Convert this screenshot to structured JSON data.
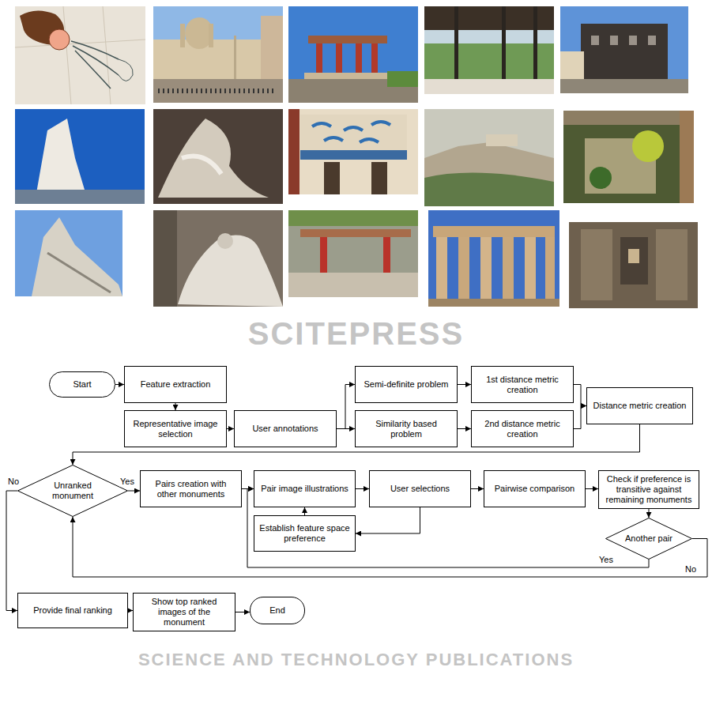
{
  "diagram": {
    "nodes": [
      {
        "text": [
          "Start"
        ]
      },
      {
        "text": [
          "Feature extraction"
        ]
      },
      {
        "text": [
          "Representative image selection"
        ]
      },
      {
        "text": [
          "User annotations"
        ]
      },
      {
        "text": [
          "Semi-definite problem"
        ]
      },
      {
        "text": [
          "Similarity based problem"
        ]
      },
      {
        "text": [
          "1st distance metric creation"
        ]
      },
      {
        "text": [
          "2nd distance metric creation"
        ]
      },
      {
        "text": [
          "Distance metric creation"
        ]
      },
      {
        "text": [
          "Unranked monument"
        ]
      },
      {
        "text": [
          "Pairs creation with other monuments"
        ]
      },
      {
        "text": [
          "Pair image illustrations"
        ]
      },
      {
        "text": [
          "User selections"
        ]
      },
      {
        "text": [
          "Pairwise comparison"
        ]
      },
      {
        "text": [
          "Check if preference is transitive against remaining monuments"
        ]
      },
      {
        "text": [
          "Establish feature space preference"
        ]
      },
      {
        "text": [
          "Another pair"
        ]
      },
      {
        "text": [
          "Provide final ranking"
        ]
      },
      {
        "text": [
          "Show top ranked images of the monument"
        ]
      },
      {
        "text": [
          "End"
        ]
      }
    ],
    "edges": [
      {
        "from": 0,
        "to": 1,
        "arrow": "to"
      },
      {
        "from": 1,
        "to": 2,
        "arrow": "to"
      },
      {
        "from": 2,
        "to": 3,
        "arrow": "to"
      },
      {
        "from": 3,
        "to": 4,
        "arrow": "to"
      },
      {
        "from": 3,
        "to": 5,
        "arrow": "to"
      },
      {
        "from": 4,
        "to": 6,
        "arrow": "to"
      },
      {
        "from": 5,
        "to": 7,
        "arrow": "to"
      },
      {
        "from": 6,
        "to": 8,
        "arrow": "to"
      },
      {
        "from": 7,
        "to": 8,
        "arrow": "to"
      },
      {
        "from": 8,
        "to": 9,
        "arrow": "to"
      },
      {
        "from": 9,
        "to": 10,
        "label": "Yes",
        "arrow": "to"
      },
      {
        "from": 9,
        "to": 17,
        "label": "No",
        "arrow": "to"
      },
      {
        "from": 10,
        "to": 11,
        "arrow": "to"
      },
      {
        "from": 11,
        "to": 12,
        "arrow": "to"
      },
      {
        "from": 12,
        "to": 15,
        "arrow": "to"
      },
      {
        "from": 15,
        "to": 11,
        "arrow": "to"
      },
      {
        "from": 12,
        "to": 13,
        "arrow": "to"
      },
      {
        "from": 13,
        "to": 14,
        "arrow": "to"
      },
      {
        "from": 14,
        "to": 16,
        "arrow": "to"
      },
      {
        "from": 16,
        "to": 11,
        "label": "Yes",
        "arrow": "to"
      },
      {
        "from": 16,
        "to": 9,
        "label": "No",
        "arrow": "to"
      },
      {
        "from": 17,
        "to": 18,
        "arrow": "to"
      },
      {
        "from": 18,
        "to": 19,
        "arrow": "to"
      }
    ],
    "labels": [
      "SCITEPRESS",
      "SCIENCE AND TECHNOLOGY PUBLICATIONS"
    ]
  }
}
